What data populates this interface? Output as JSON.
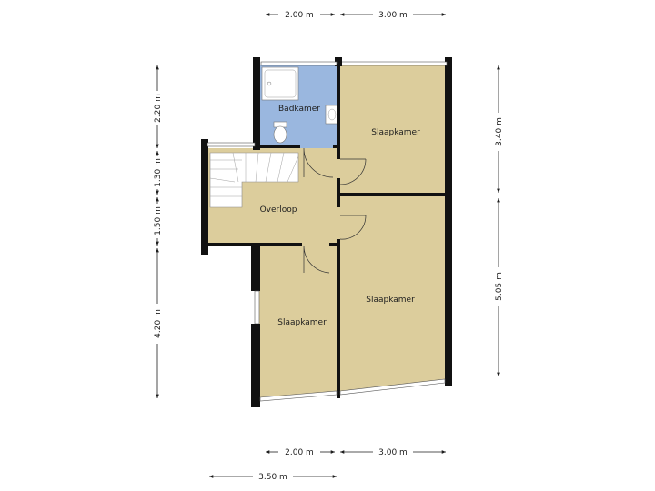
{
  "rooms": {
    "badkamer": "Badkamer",
    "slaapkamer_top": "Slaapkamer",
    "overloop": "Overloop",
    "slaapkamer_bottom_right": "Slaapkamer",
    "slaapkamer_bottom_left": "Slaapkamer"
  },
  "dimensions": {
    "top_left": "2.00 m",
    "top_right": "3.00 m",
    "bottom_left": "2.00 m",
    "bottom_right": "3.00 m",
    "bottom_total": "3.50 m",
    "left_1": "2.20 m",
    "left_2": "1.30 m",
    "left_3": "1.50 m",
    "left_4": "4.20 m",
    "right_1": "3.40 m",
    "right_2": "5.05 m"
  },
  "colors": {
    "room_fill": "#dccd9c",
    "bathroom_fill": "#9ab7df",
    "wall": "#111111"
  }
}
